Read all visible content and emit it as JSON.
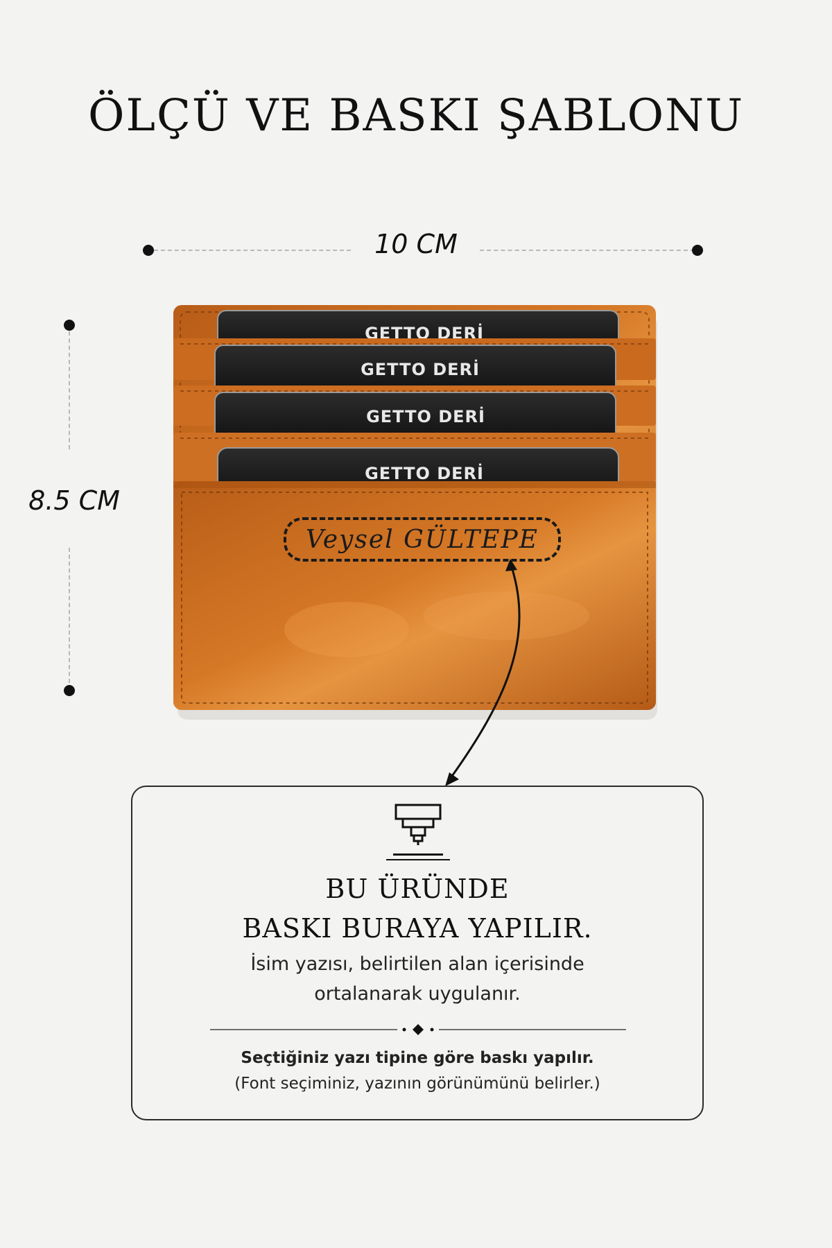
{
  "title": "ÖLÇÜ VE BASKI ŞABLONU",
  "dimensions": {
    "width_label": "10 CM",
    "height_label": "8.5 CM"
  },
  "wallet": {
    "card_labels": [
      "GETTO DERİ",
      "GETTO DERİ",
      "GETTO DERİ",
      "GETTO DERİ"
    ],
    "print_name": "Veysel GÜLTEPE",
    "colors": {
      "leather": "#c8691f",
      "leather_light": "#e08a34",
      "card": "#1c1c1c"
    }
  },
  "info": {
    "icon": "printing-press-icon",
    "heading_line1": "BU ÜRÜNDE",
    "heading_line2": "BASKI BURAYA YAPILIR.",
    "sub_line1": "İsim yazısı, belirtilen alan içerisinde",
    "sub_line2": "ortalanarak uygulanır.",
    "note_bold": "Seçtiğiniz yazı tipine göre baskı yapılır.",
    "note": "(Font seçiminiz, yazının görünümünü belirler.)"
  }
}
